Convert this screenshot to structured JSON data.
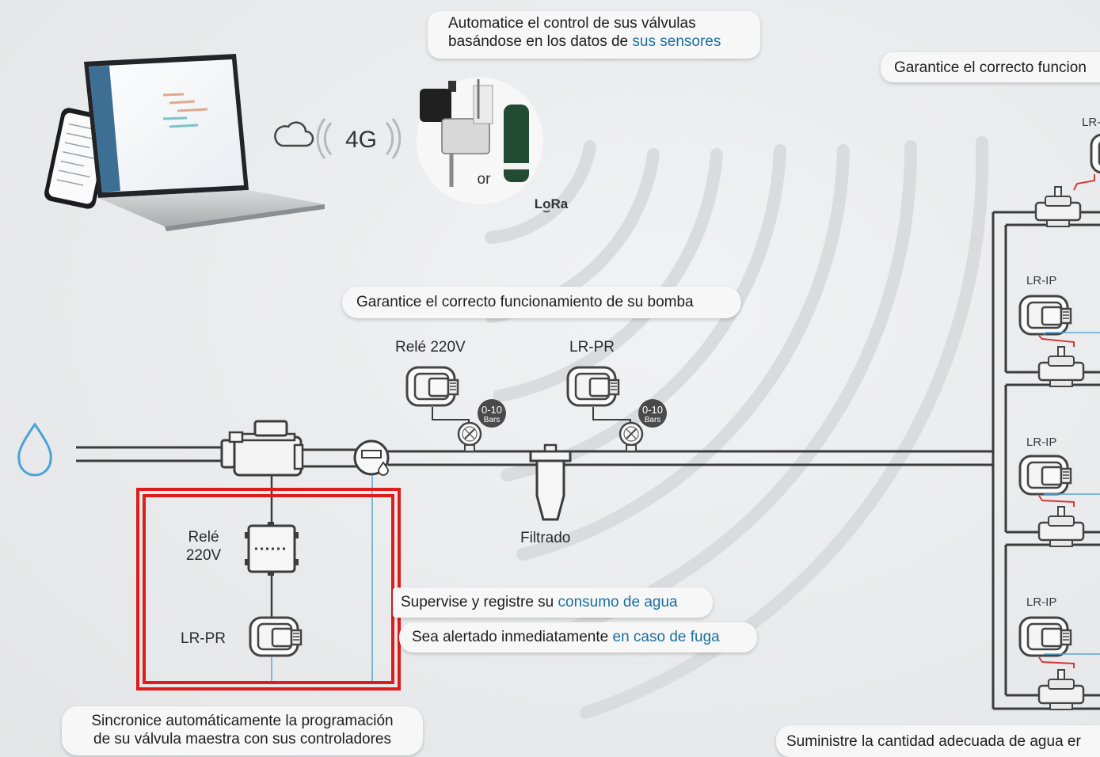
{
  "bubbles": {
    "sensors_line1": "Automatice el control de sus válvulas",
    "sensors_line2_plain": "basándose en los datos de ",
    "sensors_line2_hl": "sus sensores",
    "right_top": "Garantice el correcto funcion",
    "pump": "Garantice el correcto funcionamiento de su bomba",
    "water_plain": "Supervise y registre su ",
    "water_hl": "consumo de agua",
    "leak_plain": "Sea alertado inmediatamente ",
    "leak_hl": "en caso de fuga",
    "sync_line1": "Sincronice automáticamente la programación",
    "sync_line2": "de su válvula maestra con sus controladores",
    "supply": "Suministre la cantidad adecuada de agua er"
  },
  "labels": {
    "net_4g": "4G",
    "or": "or",
    "lora": "LoRa",
    "rele_top": "Relé 220V",
    "lrpr_top": "LR-PR",
    "bars": "0-10",
    "bars_unit": "Bars",
    "filtrado": "Filtrado",
    "rele_box_1": "Relé",
    "rele_box_2": "220V",
    "lrpr_box": "LR-PR",
    "lrip": "LR-IP",
    "lr_partial": "LR-"
  },
  "colors": {
    "highlight_text": "#1c6f9e",
    "selection_box": "#e01b1b",
    "pipe": "#3c3c3c",
    "water_line": "#5aa6d6",
    "red_wire": "#d43a3a",
    "drop": "#4aa3d8"
  },
  "icons": [
    "water-drop-icon",
    "cloud-icon",
    "signal-wave-icon",
    "weather-station-icon",
    "soil-sensor-icon",
    "lora-icon",
    "controller-icon",
    "pressure-gauge-icon",
    "master-valve-icon",
    "water-meter-icon",
    "filter-icon",
    "relay-box-icon",
    "solenoid-valve-icon",
    "laptop-icon",
    "phone-icon"
  ]
}
